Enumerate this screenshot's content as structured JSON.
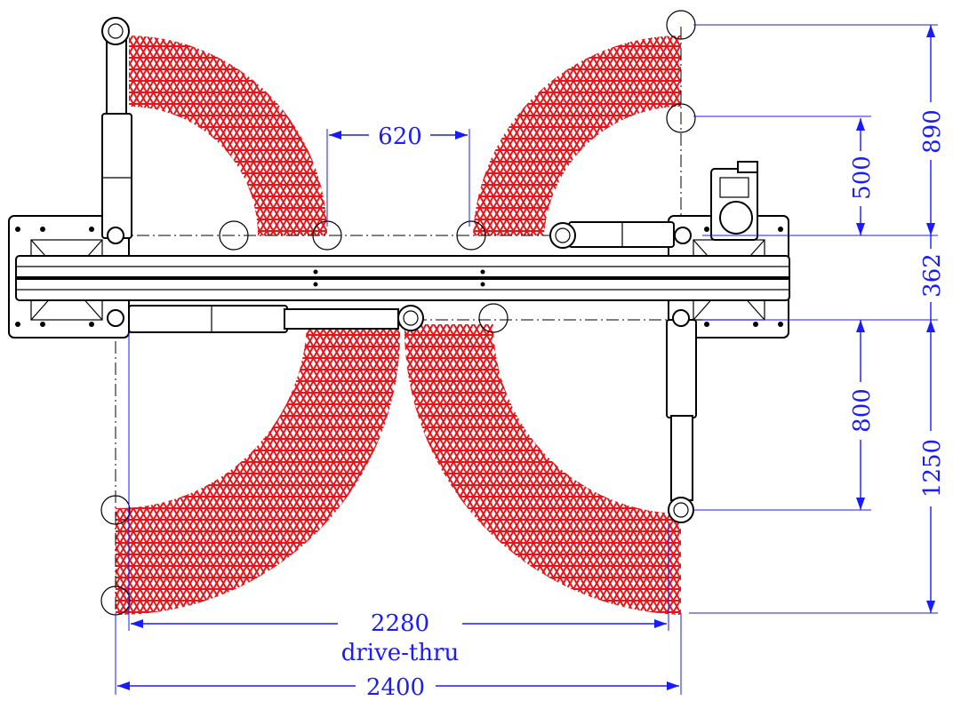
{
  "dimensions": {
    "arm_gap": "620",
    "front_reach": "500",
    "rear_reach": "890",
    "beam_width": "362",
    "short_arm": "800",
    "long_arm": "1250",
    "drive_thru_value": "2280",
    "drive_thru_label": "drive-thru",
    "overall_width": "2400"
  },
  "colors": {
    "dimension": "#1a1aff",
    "hatch": "#e8141a",
    "outline": "#000000"
  }
}
